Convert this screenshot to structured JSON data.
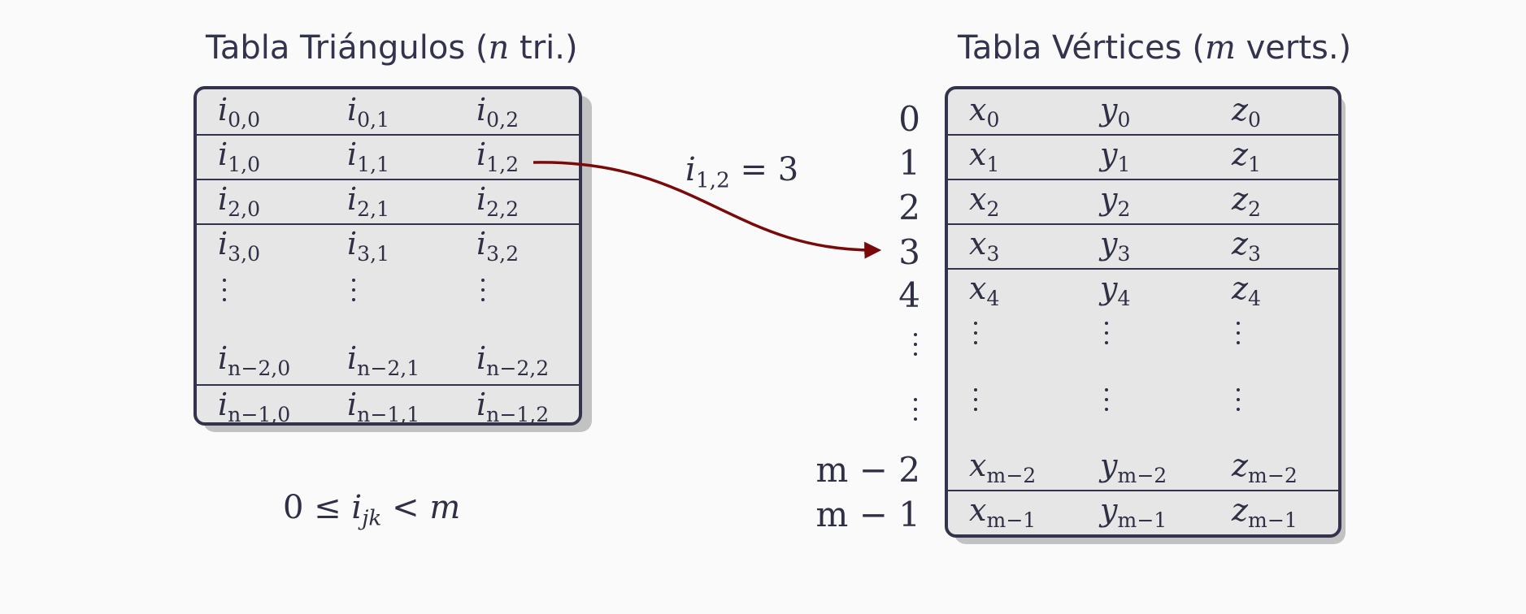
{
  "triangles_table": {
    "title_prefix": "Tabla Triángulos (",
    "title_var": "n",
    "title_suffix": " tri.)",
    "rows": [
      [
        {
          "b": "i",
          "s": "0,0"
        },
        {
          "b": "i",
          "s": "0,1"
        },
        {
          "b": "i",
          "s": "0,2"
        }
      ],
      [
        {
          "b": "i",
          "s": "1,0"
        },
        {
          "b": "i",
          "s": "1,1"
        },
        {
          "b": "i",
          "s": "1,2"
        }
      ],
      [
        {
          "b": "i",
          "s": "2,0"
        },
        {
          "b": "i",
          "s": "2,1"
        },
        {
          "b": "i",
          "s": "2,2"
        }
      ],
      [
        {
          "b": "i",
          "s": "3,0"
        },
        {
          "b": "i",
          "s": "3,1"
        },
        {
          "b": "i",
          "s": "3,2"
        }
      ],
      "dots",
      [
        {
          "b": "i",
          "s": "n−2,0"
        },
        {
          "b": "i",
          "s": "n−2,1"
        },
        {
          "b": "i",
          "s": "n−2,2"
        }
      ],
      [
        {
          "b": "i",
          "s": "n−1,0"
        },
        {
          "b": "i",
          "s": "n−1,1"
        },
        {
          "b": "i",
          "s": "n−1,2"
        }
      ]
    ]
  },
  "vertices_table": {
    "title_prefix": "Tabla Vértices (",
    "title_var": "m",
    "title_suffix": " verts.)",
    "indices": [
      "0",
      "1",
      "2",
      "3",
      "4",
      "⋮",
      "⋮",
      "m − 2",
      "m − 1"
    ],
    "rows": [
      [
        {
          "b": "x",
          "s": "0"
        },
        {
          "b": "y",
          "s": "0"
        },
        {
          "b": "z",
          "s": "0"
        }
      ],
      [
        {
          "b": "x",
          "s": "1"
        },
        {
          "b": "y",
          "s": "1"
        },
        {
          "b": "z",
          "s": "1"
        }
      ],
      [
        {
          "b": "x",
          "s": "2"
        },
        {
          "b": "y",
          "s": "2"
        },
        {
          "b": "z",
          "s": "2"
        }
      ],
      [
        {
          "b": "x",
          "s": "3"
        },
        {
          "b": "y",
          "s": "3"
        },
        {
          "b": "z",
          "s": "3"
        }
      ],
      [
        {
          "b": "x",
          "s": "4"
        },
        {
          "b": "y",
          "s": "4"
        },
        {
          "b": "z",
          "s": "4"
        }
      ],
      "dots",
      "dots",
      [
        {
          "b": "x",
          "s": "m−2"
        },
        {
          "b": "y",
          "s": "m−2"
        },
        {
          "b": "z",
          "s": "m−2"
        }
      ],
      [
        {
          "b": "x",
          "s": "m−1"
        },
        {
          "b": "y",
          "s": "m−1"
        },
        {
          "b": "z",
          "s": "m−1"
        }
      ]
    ]
  },
  "arrow_label": {
    "base": "i",
    "sub": "1,2",
    "rest": " = 3"
  },
  "constraint": {
    "lhs": "0 ≤ ",
    "var": "i",
    "sub": "jk",
    "rhs": " < ",
    "m": "m"
  },
  "colors": {
    "ink": "#33334d",
    "fill": "#e6e6e6",
    "shadow": "#c2c2c2",
    "arrow": "#7a0a0a",
    "background": "#fafafa"
  }
}
